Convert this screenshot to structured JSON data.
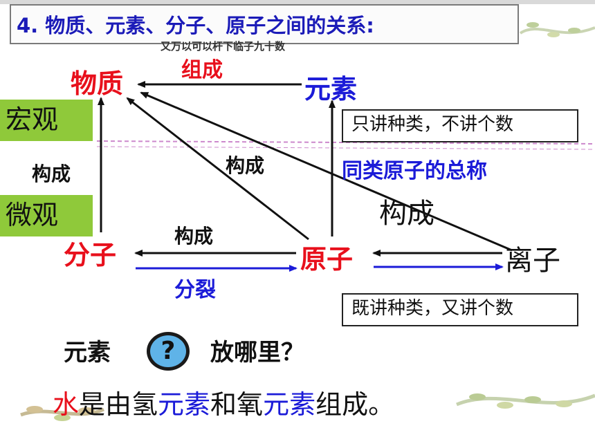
{
  "title": "4. 物质、元素、分子、原子之间的关系:",
  "title_partial": "又万以可以杆下临子九十数",
  "nodes": {
    "matter": "物质",
    "element": "元素",
    "molecule": "分子",
    "atom": "原子",
    "ion": "离子"
  },
  "levels": {
    "macro": "宏观",
    "micro": "微观"
  },
  "edge_labels": {
    "compose": "组成",
    "constitute_left": "构成",
    "constitute_diag": "构成",
    "constitute_mol": "构成",
    "constitute_ion": "构成",
    "split": "分裂"
  },
  "notes": {
    "element_box": "只讲种类，不讲个数",
    "element_def": "同类原子的总称",
    "atom_box": "既讲种类，又讲个数"
  },
  "question": {
    "prefix": "元素",
    "icon_glyph": "?",
    "suffix": "放哪里？"
  },
  "bottom_sentence": {
    "p1": "水",
    "p2": "是由氢",
    "p3": "元素",
    "p4": "和氧",
    "p5": "元素",
    "p6": "组成。"
  },
  "colors": {
    "red": "#e8101c",
    "blue": "#1b1bd8",
    "green": "#8fc93a"
  }
}
